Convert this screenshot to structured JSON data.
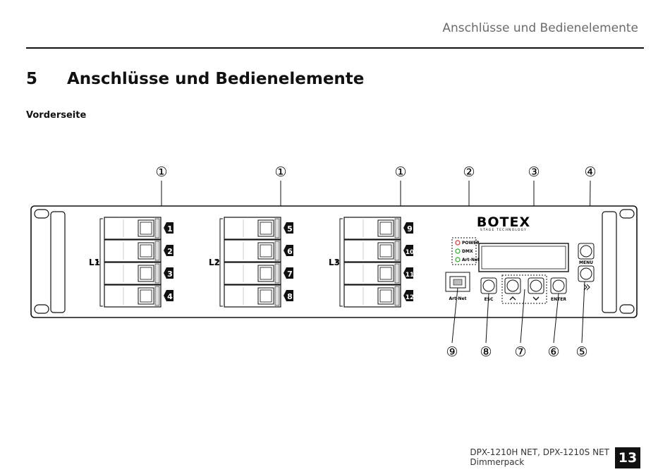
{
  "header": {
    "running_title": "Anschlüsse und Bedienelemente",
    "chapter_number": "5",
    "chapter_title": "Anschlüsse und Bedienelemente",
    "section_title": "Vorderseite"
  },
  "device": {
    "brand": "BOTEX",
    "brand_tagline": "STAGE TECHNOLOGY",
    "phase_labels": [
      "L1",
      "L2",
      "L3"
    ],
    "channels": [
      "1",
      "2",
      "3",
      "4",
      "5",
      "6",
      "7",
      "8",
      "9",
      "10",
      "11",
      "12"
    ],
    "leds": [
      "POWER",
      "DMX",
      "Art-Net"
    ],
    "led_colors": [
      "#d33",
      "#3a3",
      "#3a3"
    ],
    "port_label": "Art-Net",
    "buttons": {
      "esc": "ESC",
      "enter": "ENTER",
      "menu": "MENU"
    }
  },
  "callouts_top": [
    "①",
    "①",
    "①",
    "②",
    "③",
    "④"
  ],
  "callouts_bottom": [
    "⑨",
    "⑧",
    "⑦",
    "⑥",
    "⑤"
  ],
  "footer": {
    "model_line": "DPX-1210H NET, DPX-1210S NET",
    "product_line": "Dimmerpack",
    "page_number": "13"
  }
}
